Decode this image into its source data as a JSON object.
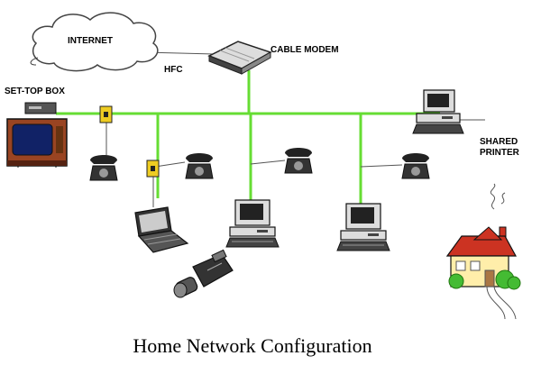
{
  "labels": {
    "internet": "INTERNET",
    "hfc": "HFC",
    "cable_modem": "CABLE MODEM",
    "set_top_box": "SET-TOP BOX",
    "shared_printer_line1": "SHARED",
    "shared_printer_line2": "PRINTER"
  },
  "caption": "Home Network Configuration",
  "colors": {
    "network_line": "#66dd33",
    "device_dark": "#222222",
    "device_light": "#dddddd",
    "wall_plate": "#eecc22",
    "tv_cabinet": "#994422",
    "tv_screen": "#112266",
    "house_roof": "#cc3322",
    "house_wall": "#ffeeaa",
    "tree": "#44bb33"
  },
  "icons": [
    "cloud-icon",
    "cable-modem-icon",
    "set-top-box-icon",
    "tv-icon",
    "wall-jack-icon",
    "telephone-icon",
    "laptop-icon",
    "desktop-computer-icon",
    "camcorder-icon",
    "printer-computer-icon",
    "house-icon"
  ]
}
